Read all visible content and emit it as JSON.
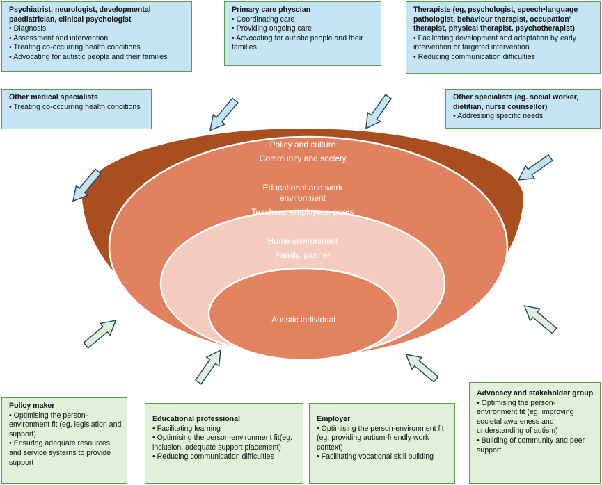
{
  "rings": {
    "outer": {
      "line1": "Policy and culture",
      "line2": "Community and society",
      "color": "#a94e1f"
    },
    "education": {
      "line1": "Educational and work",
      "line1b": "environment",
      "line2": "Teachers, employers, peers",
      "color": "#e0825f"
    },
    "home": {
      "line1": "Home environment",
      "line2": "Family, partner",
      "color": "#f4cbbe"
    },
    "individual": {
      "label": "Autistic individual",
      "color": "#e3825e"
    }
  },
  "boxes": {
    "psychiatrist": {
      "title": "Psychiatrist, neurologist, developmental paediatrician, clinical psychologist",
      "items": [
        "Diagnosis",
        "Assessment and intervention",
        "Treating co-occurring health conditions",
        "Advocating for autistic people and their families"
      ]
    },
    "primary_care": {
      "title": "Primary care physcian",
      "items": [
        "Coordinating care",
        "Providing ongoing care",
        "Advocating for autistic people and their families"
      ]
    },
    "therapists": {
      "title": "Therapists (eg, psychologist, speech•language pathologist, behaviour therapist, occupation' therapist, physical therapist. psychotherapist)",
      "items": [
        "Facilitating development and adaptation by early intervention or targeted intervention",
        "Reducing communication difficulties"
      ]
    },
    "other_medical": {
      "title": "Other medical specialists",
      "items": [
        "Treating co-occurring health conditions"
      ]
    },
    "other_specialists": {
      "title": "Other specialists (eg. social worker, dietitian, nurse counsellor)",
      "items": [
        "Addressing specific needs"
      ]
    },
    "policy_maker": {
      "title": "Policy maker",
      "items": [
        "Optimising the person-environment fit (eg, legislation and support)",
        "Ensuring adequate resources and service systerns to provide support"
      ]
    },
    "educational_professional": {
      "title": "Educational professional",
      "items": [
        "Facilitating learning",
        "Optimising the person-environment fit(eg. inclusion, adequate support placement)",
        "Reducing communication difficulties"
      ]
    },
    "employer": {
      "title": "Employer",
      "items": [
        "Optimising the person-environment fit (eg, providing autism-friendly work context)",
        "Facilitating vocational skill building"
      ]
    },
    "advocacy": {
      "title": "Advocacy and stakeholder group",
      "items": [
        "Optimising the person-environment fit (eg, improving societal awareness and understanding of autism)",
        "Building of community and peer support"
      ]
    }
  },
  "colors": {
    "blue_box": "#c5e4f5",
    "green_box": "#e1f0d9",
    "box_border": "#5b9b46",
    "blue_arrow": "#c5e4f5",
    "green_arrow": "#e1f0d9",
    "arrow_outline": "#1f3f5a"
  }
}
